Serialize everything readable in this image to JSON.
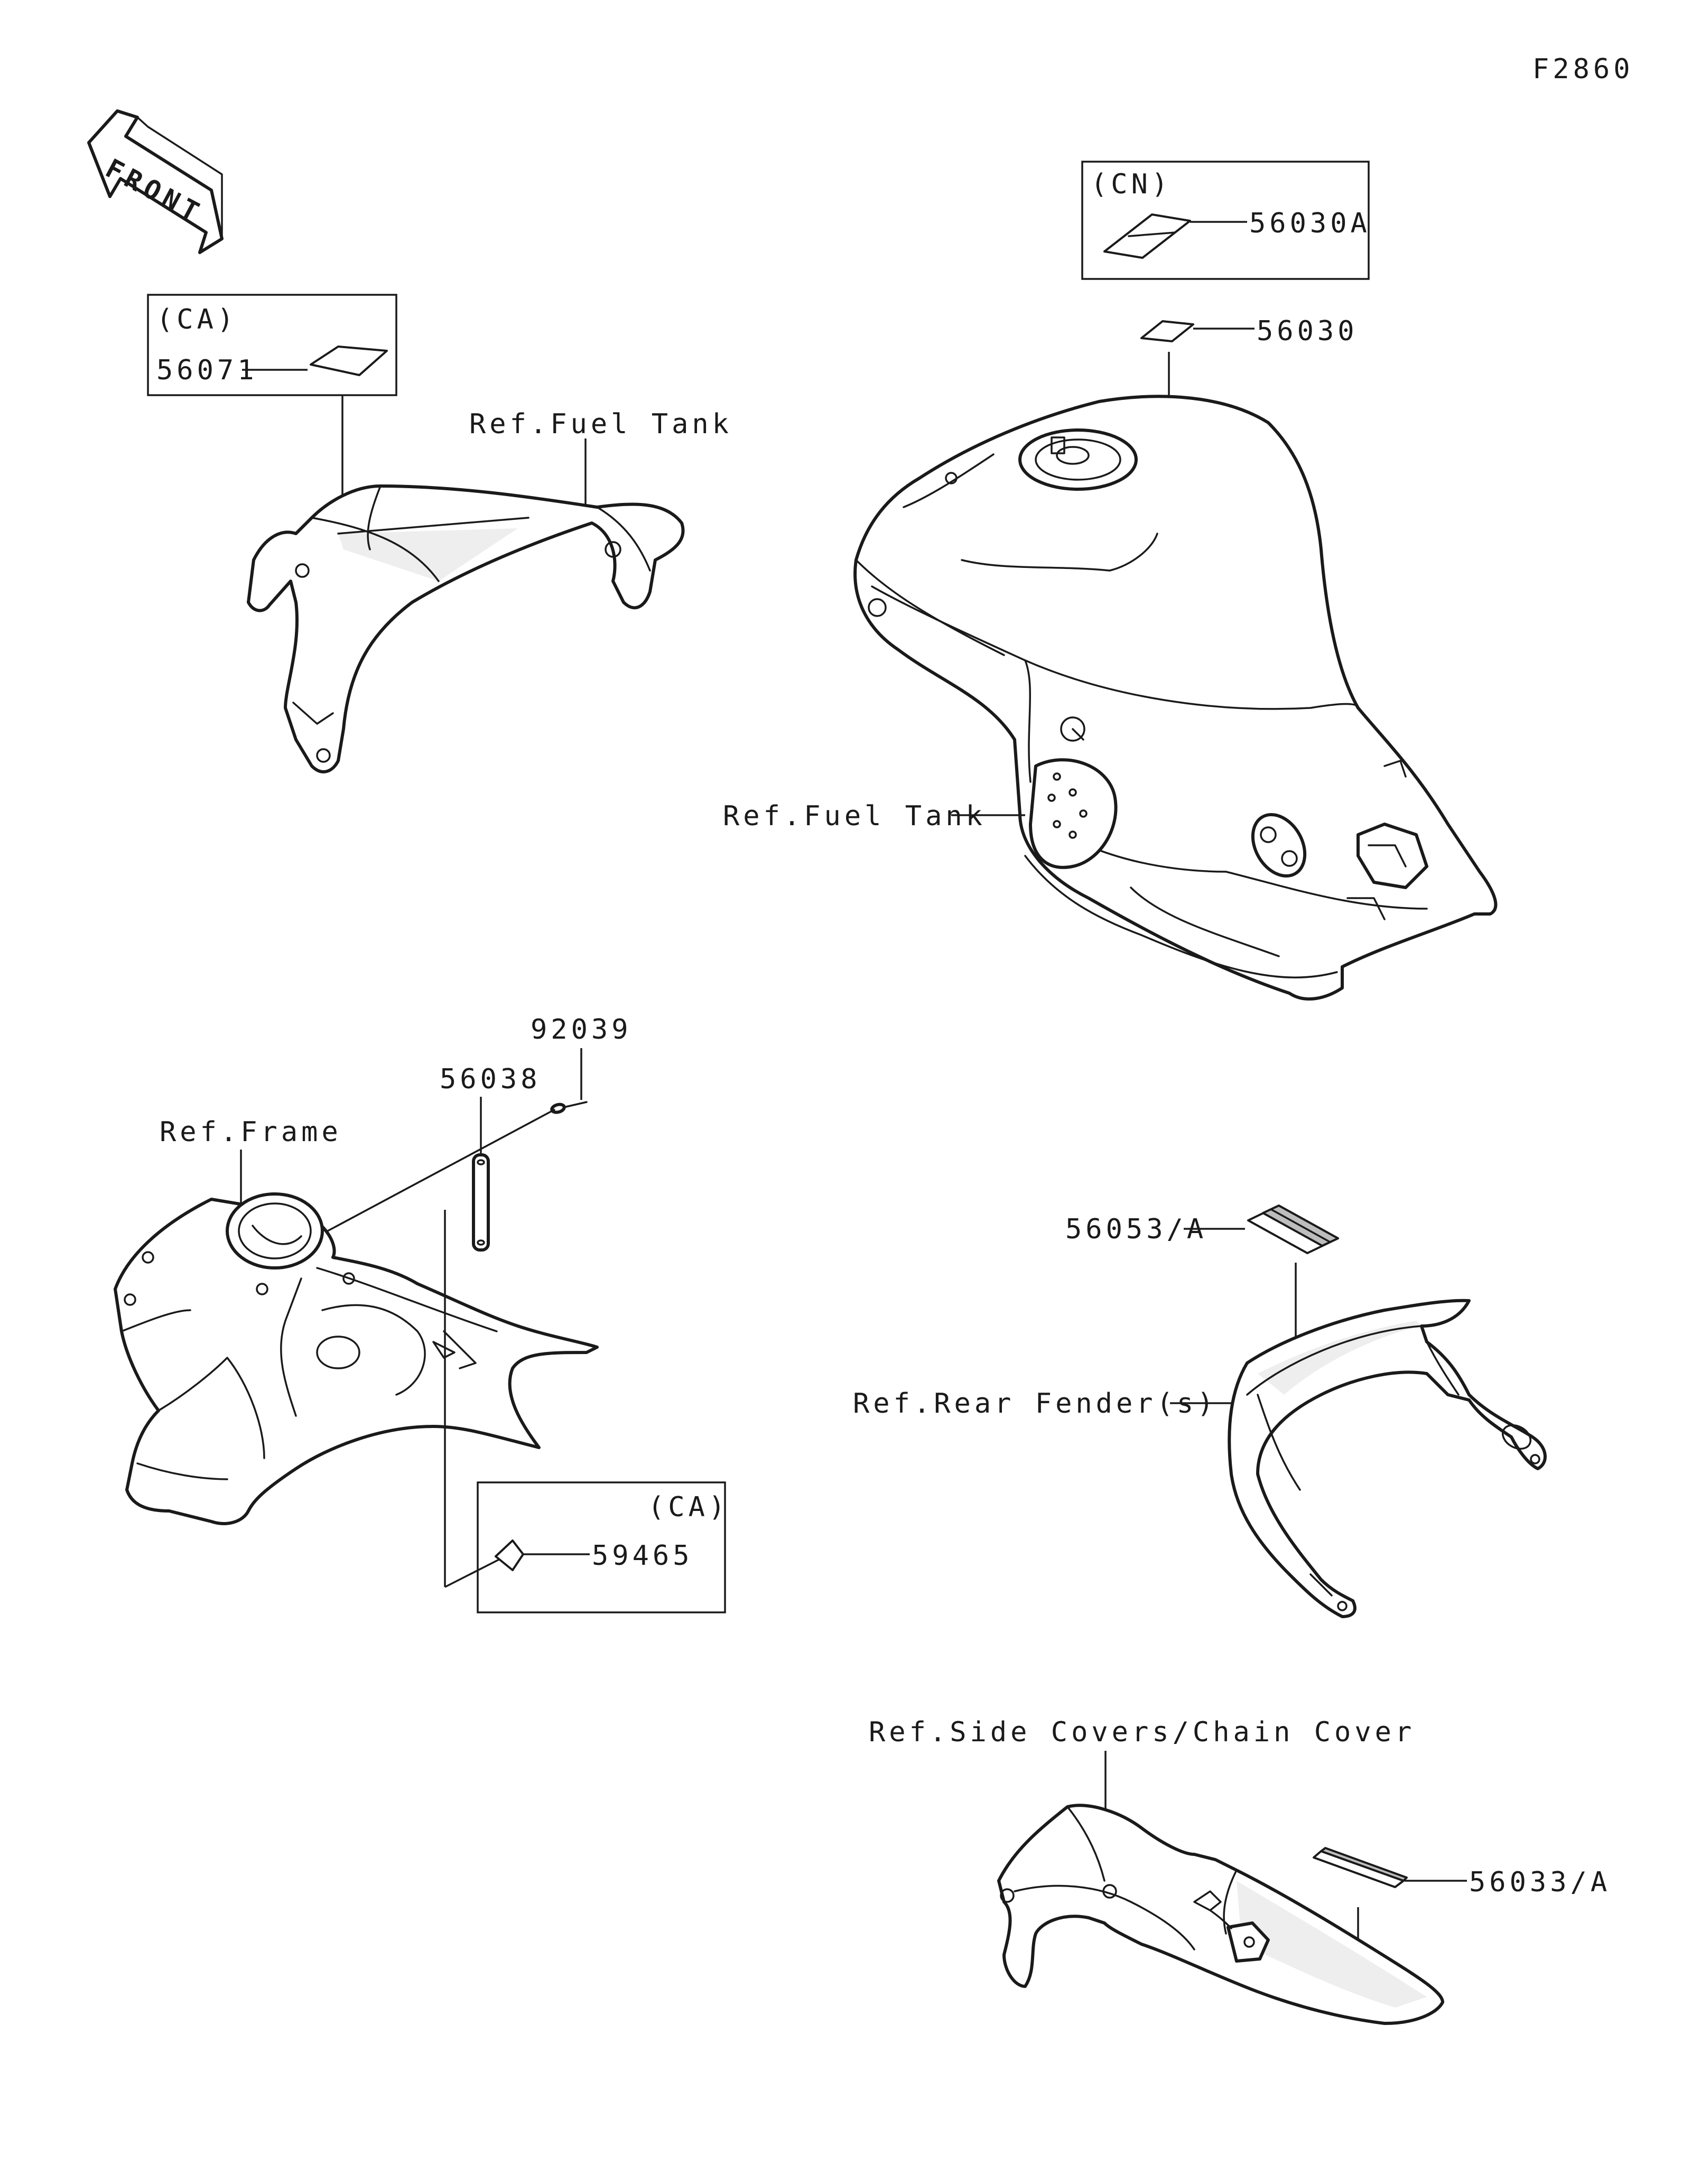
{
  "diagram": {
    "figure_code": "F2860",
    "front_label": "FRONT",
    "labels": {
      "ca_box_top": "(CA)",
      "part_56071": "56071",
      "ref_fuel_tank_1": "Ref.Fuel Tank",
      "cn_box": "(CN)",
      "part_56030A": "56030A",
      "part_56030": "56030",
      "ref_fuel_tank_2": "Ref.Fuel Tank",
      "part_92039": "92039",
      "part_56038": "56038",
      "ref_frame": "Ref.Frame",
      "ca_box_bottom": "(CA)",
      "part_59465": "59465",
      "part_56053A": "56053/A",
      "ref_rear_fender": "Ref.Rear Fender(s)",
      "ref_side_covers": "Ref.Side Covers/Chain Cover",
      "part_56033A": "56033/A"
    }
  }
}
